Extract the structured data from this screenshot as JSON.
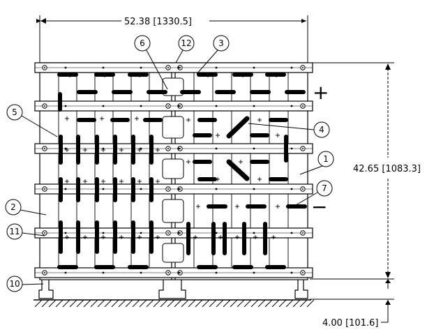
{
  "dimensions": {
    "width": "52.38 [1330.5]",
    "height": "42.65 [1083.3]",
    "clearance": "4.00 [101.6]"
  },
  "balloons": [
    "1",
    "2",
    "3",
    "4",
    "5",
    "6",
    "7",
    "10",
    "11",
    "12"
  ],
  "polarity": {
    "positive": "+",
    "negative": "−"
  },
  "icons": {
    "ground": "hatched-ground-icon",
    "terminal": "plus-glyph",
    "connector": "black-bar"
  }
}
